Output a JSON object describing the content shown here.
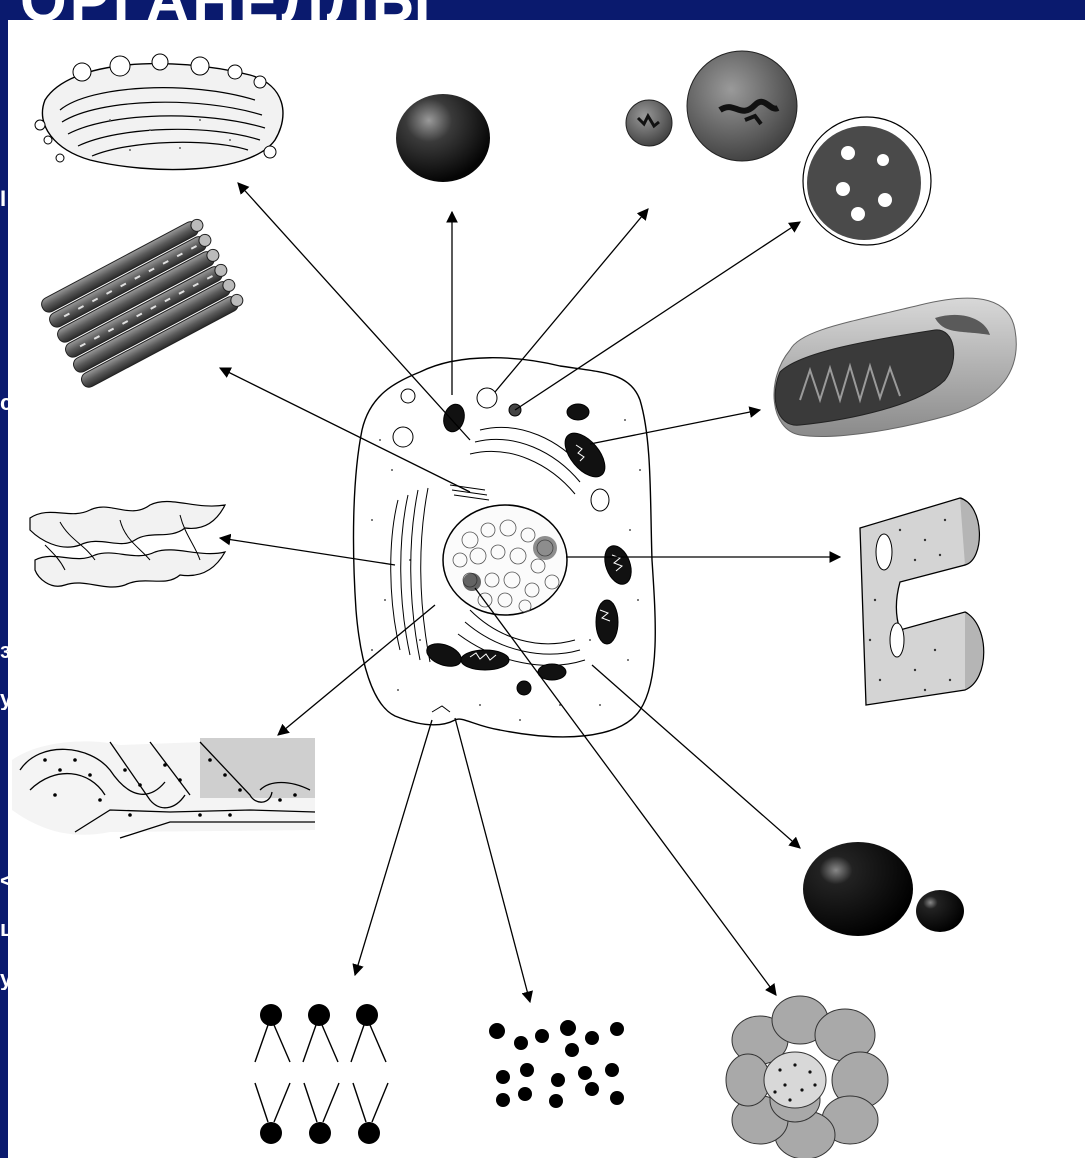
{
  "slide": {
    "title_fragment": "ОРГАНЕЛЛЫ",
    "left_edge_letters": [
      "I",
      "с",
      "з",
      "у",
      "<",
      "ц",
      "у"
    ]
  },
  "colors": {
    "frame_blue": "#0a1a6e",
    "organelle_dark": "#1a1a1a",
    "organelle_gray": "#6a6a6a",
    "organelle_light_gray": "#bdbdbd"
  },
  "diagram": {
    "center": "cell-diagram",
    "organelles": [
      {
        "name": "golgi-apparatus",
        "icon": "golgi-icon"
      },
      {
        "name": "lysosome",
        "icon": "dark-sphere-icon"
      },
      {
        "name": "vacuoles",
        "icon": "vacuole-pair-icon"
      },
      {
        "name": "peroxisome",
        "icon": "disc-with-holes-icon"
      },
      {
        "name": "mitochondrion",
        "icon": "mitochondrion-icon"
      },
      {
        "name": "nuclear-envelope",
        "icon": "perforated-membrane-icon"
      },
      {
        "name": "ribosome",
        "icon": "ribosome-subunits-icon"
      },
      {
        "name": "nucleolus",
        "icon": "nucleolus-icon"
      },
      {
        "name": "granules",
        "icon": "dots-icon"
      },
      {
        "name": "plasma-membrane",
        "icon": "lipid-bilayer-icon"
      },
      {
        "name": "rough-er",
        "icon": "rough-er-icon"
      },
      {
        "name": "smooth-er",
        "icon": "smooth-er-icon"
      },
      {
        "name": "microtubules",
        "icon": "microtubule-bundle-icon"
      }
    ]
  }
}
